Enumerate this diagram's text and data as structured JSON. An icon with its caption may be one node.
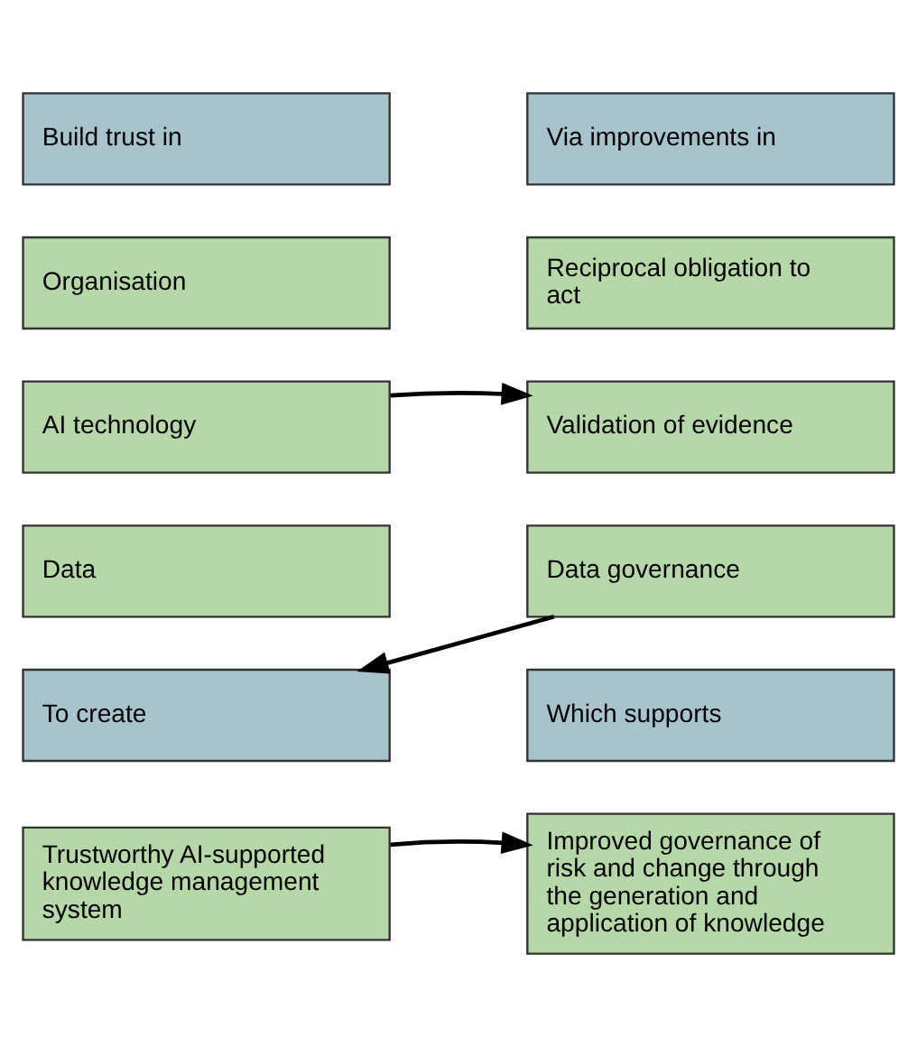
{
  "diagram": {
    "nodes": [
      {
        "text": [
          "Build trust in"
        ]
      },
      {
        "text": [
          "Via improvements in"
        ]
      },
      {
        "text": [
          "Organisation"
        ]
      },
      {
        "text": [
          "Reciprocal obligation to act"
        ]
      },
      {
        "text": [
          "AI technology"
        ]
      },
      {
        "text": [
          "Validation of evidence"
        ]
      },
      {
        "text": [
          "Data"
        ]
      },
      {
        "text": [
          "Data governance"
        ]
      },
      {
        "text": [
          "To create"
        ]
      },
      {
        "text": [
          "Which supports"
        ]
      },
      {
        "text": [
          "Trustworthy AI-supported knowledge management system"
        ]
      },
      {
        "text": [
          "Improved governance of risk and change through the generation and application of knowledge"
        ]
      }
    ],
    "edges": [
      {
        "from": 4,
        "to": 5,
        "arrow": "to"
      },
      {
        "from": 7,
        "to": 8,
        "arrow": "to"
      },
      {
        "from": 10,
        "to": 11,
        "arrow": "to"
      }
    ]
  }
}
